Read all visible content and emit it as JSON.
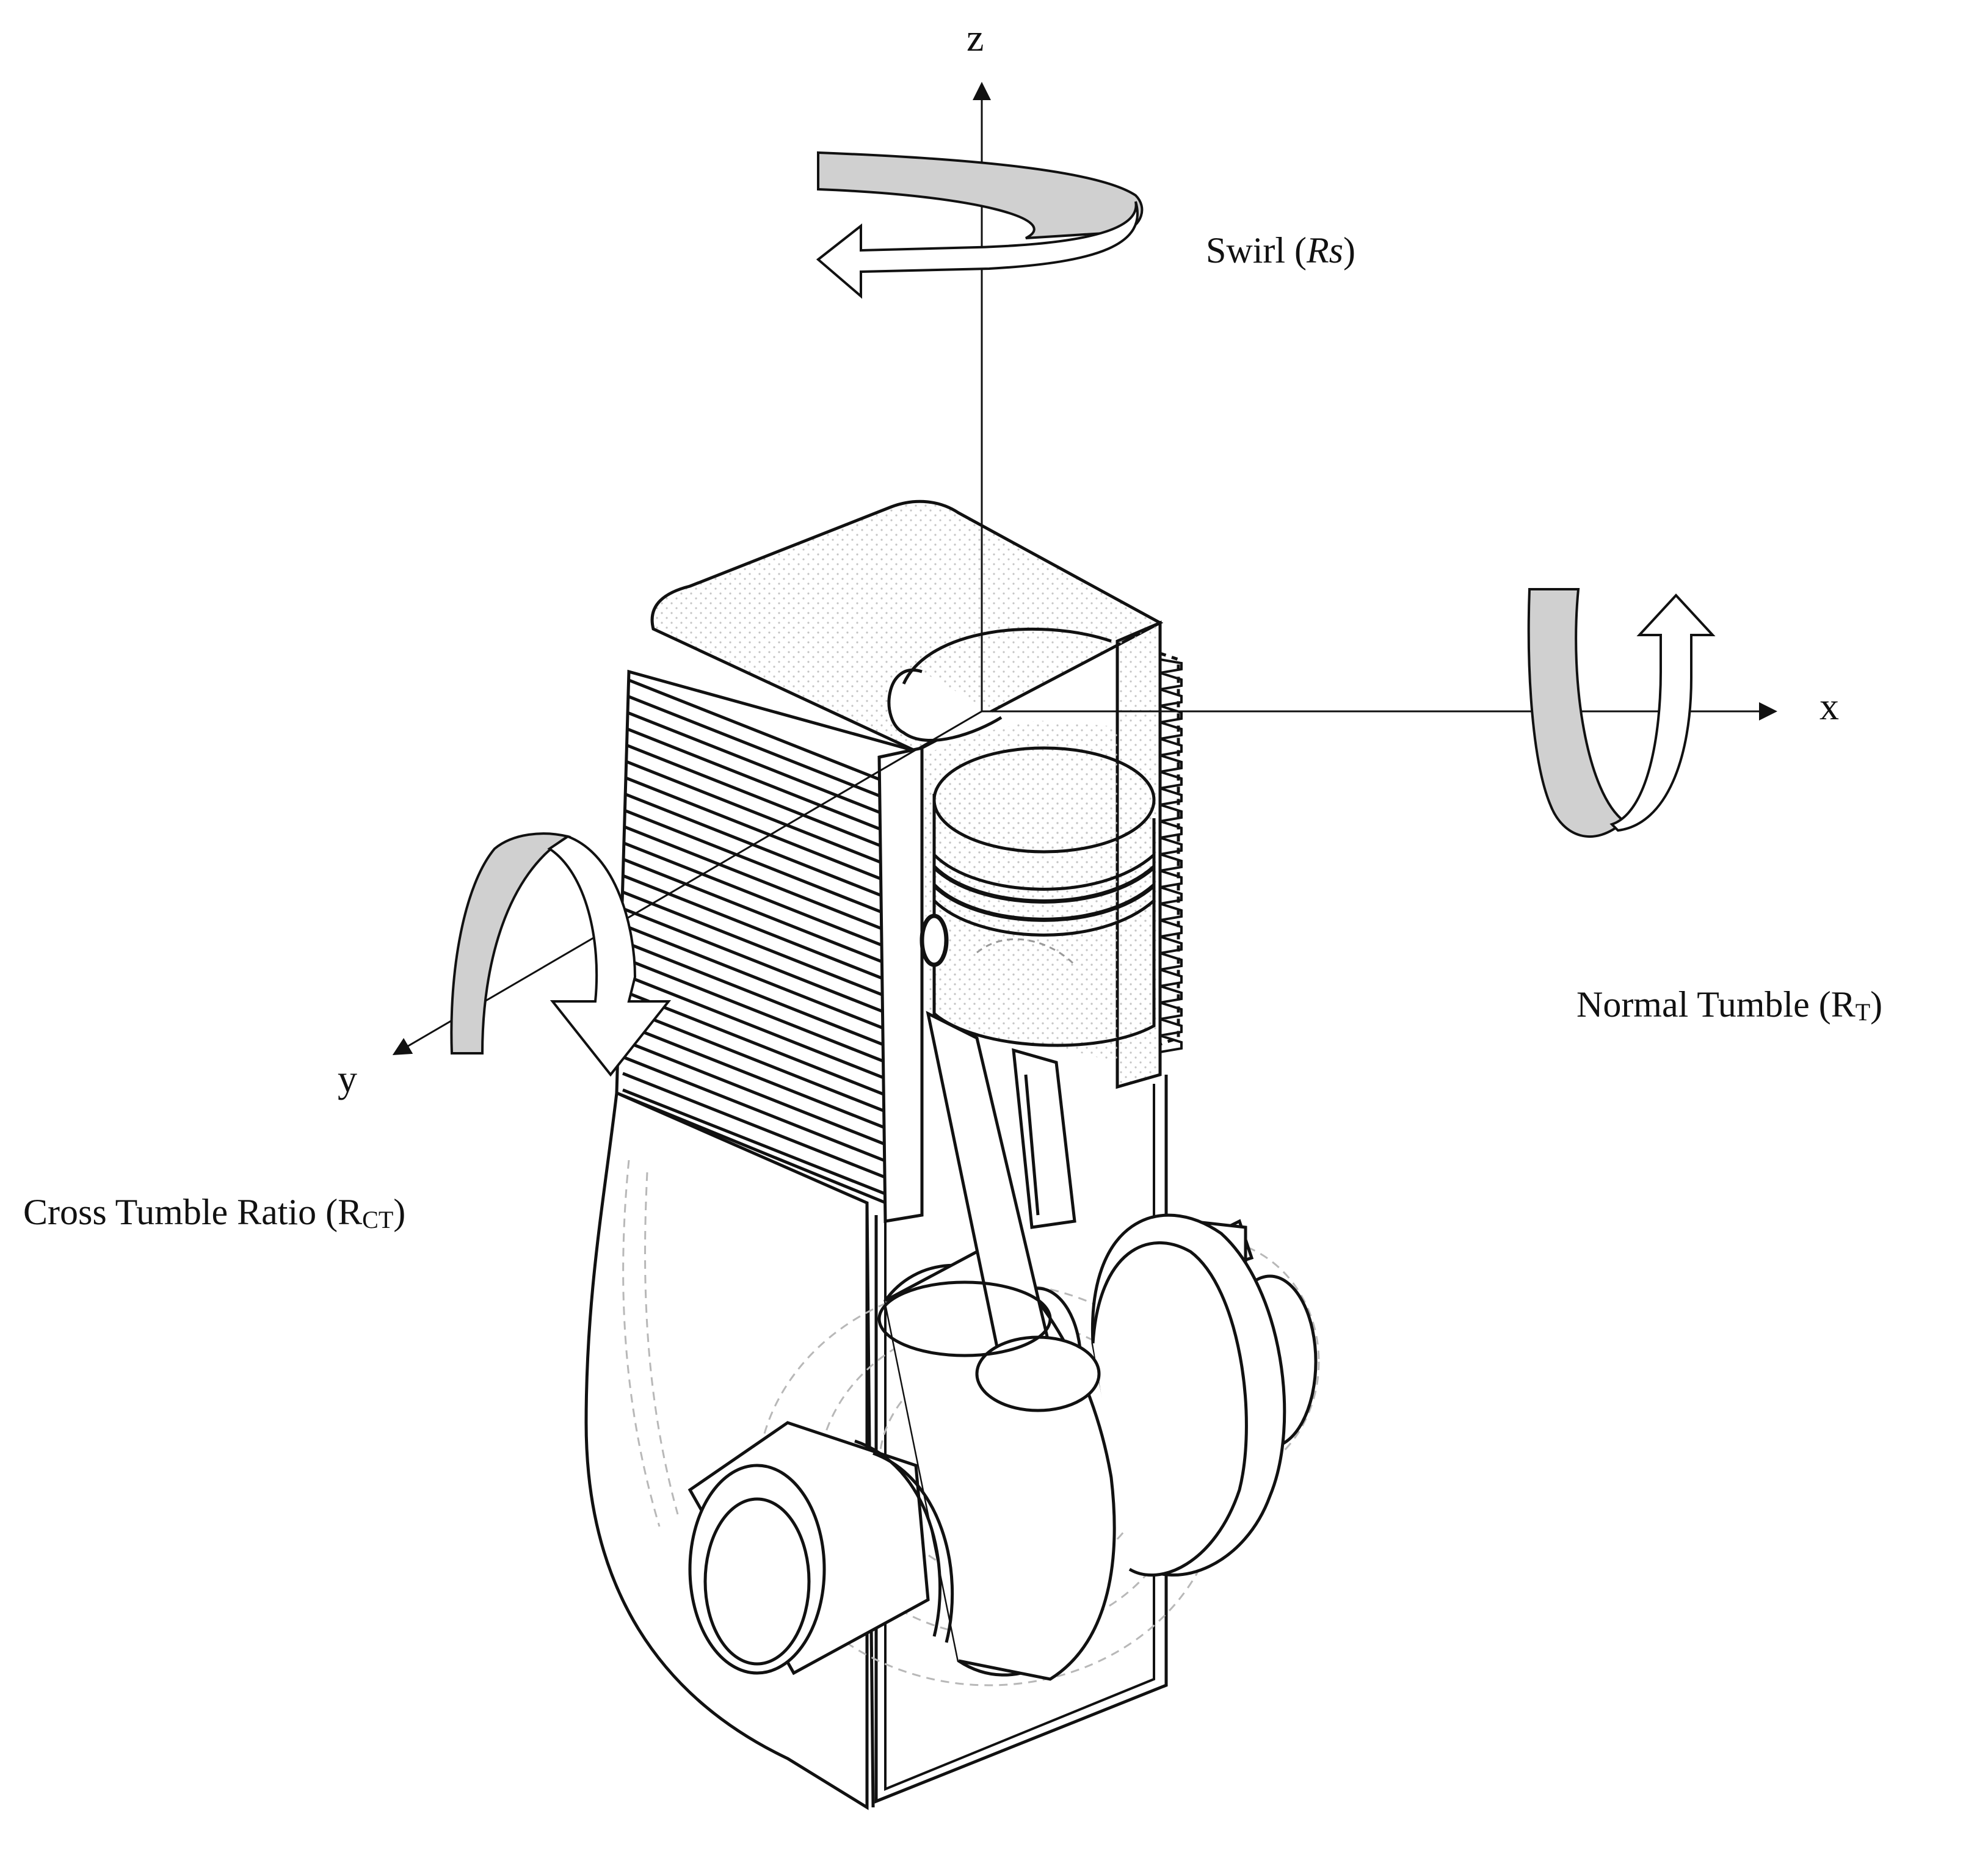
{
  "axes": {
    "x": "x",
    "y": "y",
    "z": "z"
  },
  "rotations": {
    "swirl": {
      "prefix": "Swirl (",
      "symbol": "Rs",
      "suffix": ")"
    },
    "normal_tumble": {
      "prefix": "Normal Tumble (",
      "symbol": "R",
      "subscript": "T",
      "suffix": ")"
    },
    "cross_tumble": {
      "prefix": "Cross Tumble Ratio (",
      "symbol": "R",
      "subscript": "CT",
      "suffix": ")"
    }
  },
  "colors": {
    "line": "#111111",
    "arrow_band_fill": "#d0d0d0",
    "arrow_head_fill": "#ffffff",
    "hidden_line": "#b8b8b8"
  }
}
